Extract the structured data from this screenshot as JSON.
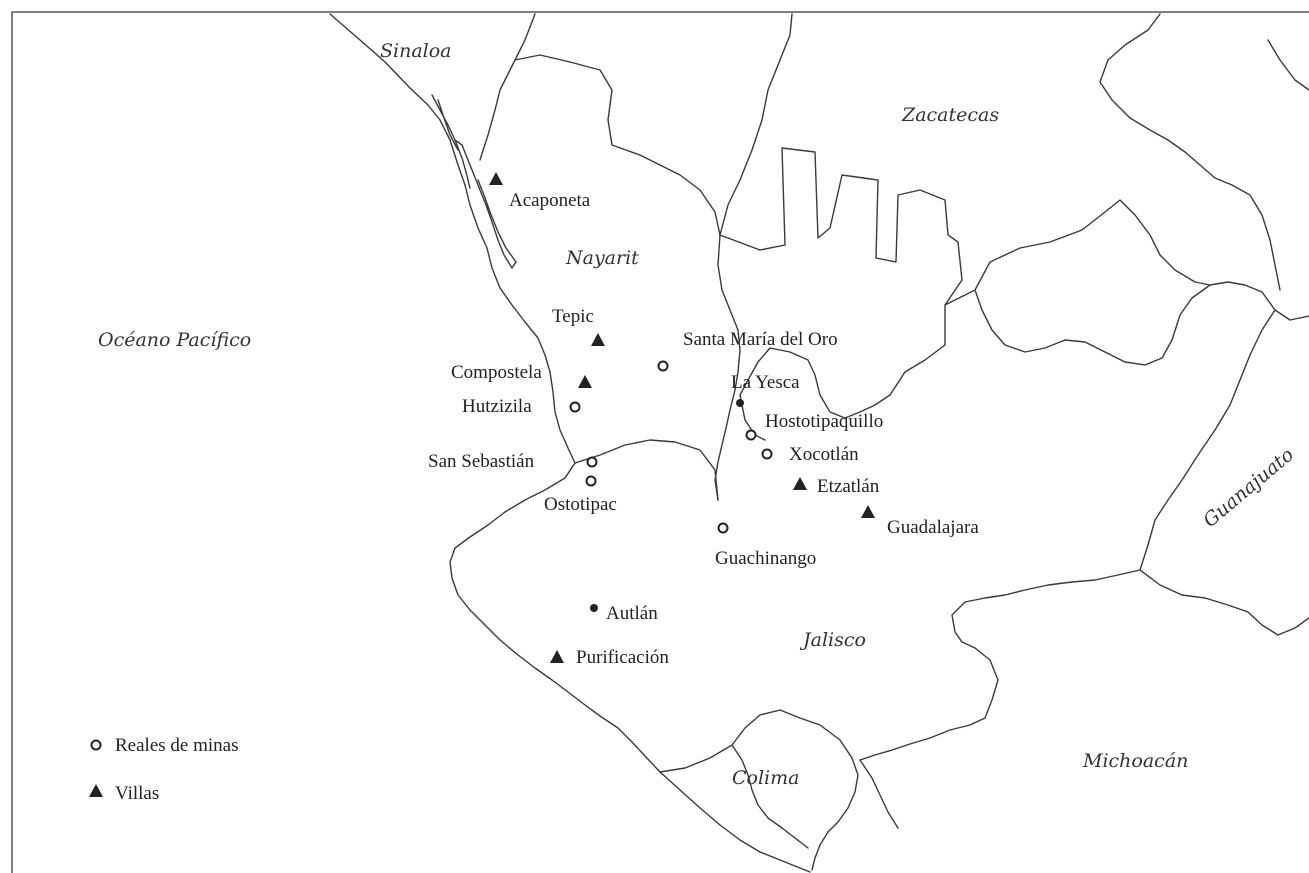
{
  "regions": [
    {
      "id": "sinaloa",
      "label": "Sinaloa"
    },
    {
      "id": "zacatecas",
      "label": "Zacatecas"
    },
    {
      "id": "nayarit",
      "label": "Nayarit"
    },
    {
      "id": "oceano",
      "label": "Océano Pacífico"
    },
    {
      "id": "jalisco",
      "label": "Jalisco"
    },
    {
      "id": "guanajuato",
      "label": "Guanajuato"
    },
    {
      "id": "colima",
      "label": "Colima"
    },
    {
      "id": "michoacan",
      "label": "Michoacán"
    }
  ],
  "places": [
    {
      "id": "acaponeta",
      "label": "Acaponeta",
      "type": "villa"
    },
    {
      "id": "tepic",
      "label": "Tepic",
      "type": "villa"
    },
    {
      "id": "compostela",
      "label": "Compostela",
      "type": "villa"
    },
    {
      "id": "hutzizila",
      "label": "Hutzizila",
      "type": "mine"
    },
    {
      "id": "santa-maria",
      "label": "Santa María del Oro",
      "type": "mine"
    },
    {
      "id": "la-yesca",
      "label": "La Yesca",
      "type": "dot"
    },
    {
      "id": "hostotipaquillo",
      "label": "Hostotipaquillo",
      "type": "mine"
    },
    {
      "id": "xocotlan",
      "label": "Xocotlán",
      "type": "mine"
    },
    {
      "id": "san-sebastian",
      "label": "San Sebastián",
      "type": "mine"
    },
    {
      "id": "ostotipac",
      "label": "Ostotipac",
      "type": "mine"
    },
    {
      "id": "etzatlan",
      "label": "Etzatlán",
      "type": "villa"
    },
    {
      "id": "guadalajara",
      "label": "Guadalajara",
      "type": "villa"
    },
    {
      "id": "guachinango",
      "label": "Guachinango",
      "type": "mine"
    },
    {
      "id": "autlan",
      "label": "Autlán",
      "type": "dot"
    },
    {
      "id": "purificacion",
      "label": "Purificación",
      "type": "villa"
    }
  ],
  "legend": {
    "mines": "Reales de minas",
    "villas": "Villas"
  },
  "colors": {
    "border": "#3a3a3a",
    "text": "#222222",
    "background": "#ffffff"
  }
}
